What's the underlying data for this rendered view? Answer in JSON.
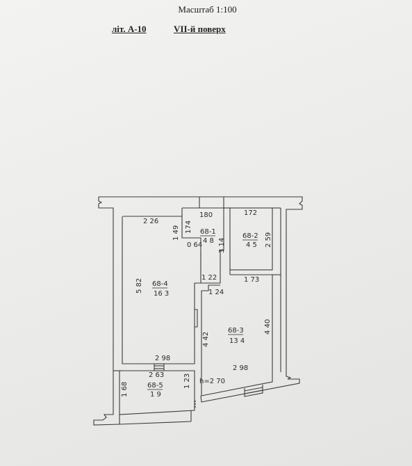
{
  "header": {
    "scale": "Масштаб 1:100",
    "liter": "літ. А-10",
    "floor": "VII-й поверх"
  },
  "rooms": [
    {
      "id": "68-1",
      "area": "4 8"
    },
    {
      "id": "68-2",
      "area": "4 5"
    },
    {
      "id": "68-3",
      "area": "13 4"
    },
    {
      "id": "68-4",
      "area": "16 3"
    },
    {
      "id": "68-5",
      "area": "1 9"
    }
  ],
  "dimensions": {
    "d180": "180",
    "d172": "172",
    "d226": "2 26",
    "d174": "174",
    "d149": "1 49",
    "d064": "0 64",
    "d314": "3 14",
    "d259": "2 59",
    "d582": "5 82",
    "d122": "1 22",
    "d124": "1 24",
    "d173": "1 73",
    "d440": "4 40",
    "d442": "4 42",
    "d298a": "2 98",
    "d263": "2 63",
    "d298b": "2 98",
    "d168": "1 68",
    "d123": "1 23",
    "height": "h=2 70"
  }
}
